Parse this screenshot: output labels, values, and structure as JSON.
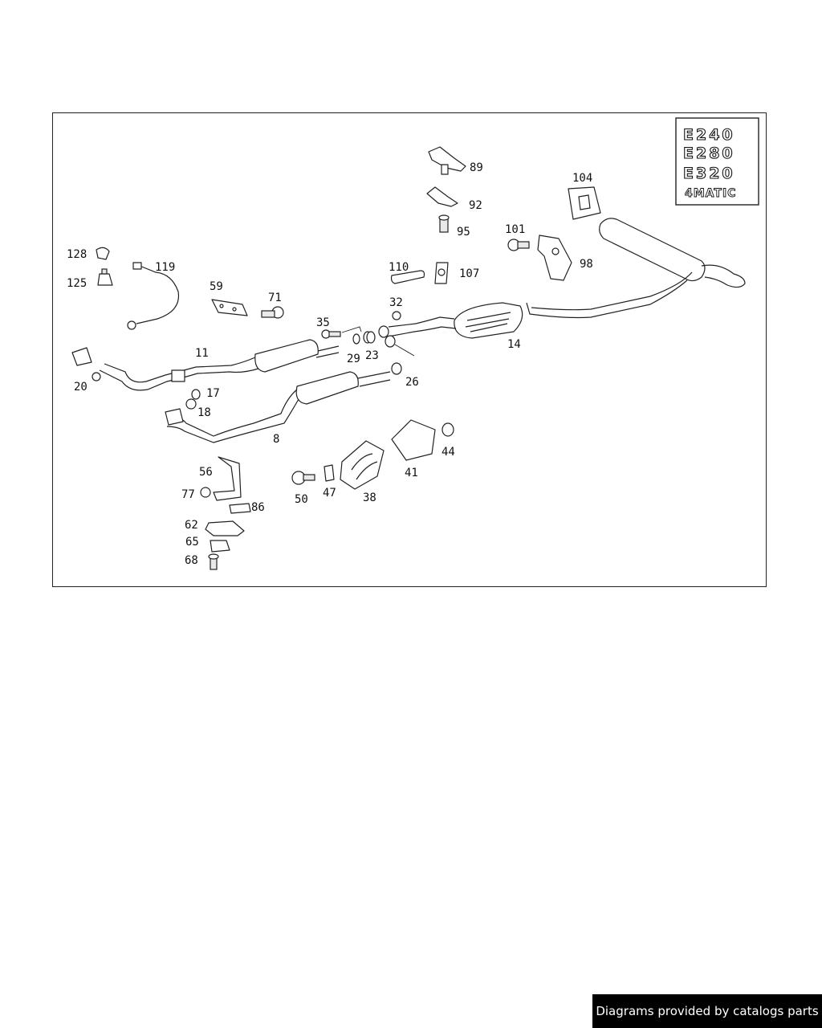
{
  "callouts": [
    "89",
    "92",
    "95",
    "104",
    "101",
    "98",
    "128",
    "119",
    "125",
    "110",
    "107",
    "59",
    "71",
    "32",
    "35",
    "29",
    "23",
    "14",
    "11",
    "26",
    "20",
    "17",
    "18",
    "8",
    "56",
    "77",
    "86",
    "62",
    "65",
    "68",
    "50",
    "47",
    "38",
    "41",
    "44"
  ],
  "model_badge": [
    "E240",
    "E280",
    "E320",
    "4MATIC"
  ],
  "footer": {
    "text": "Diagrams provided by catalogs parts"
  }
}
